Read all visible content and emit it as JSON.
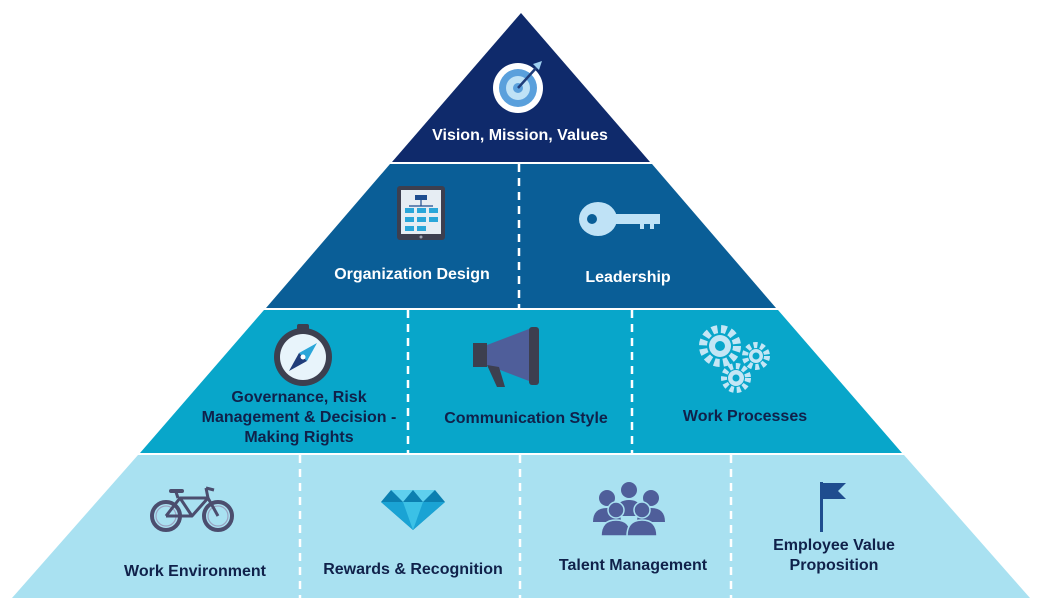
{
  "tiers": [
    {
      "cells": [
        {
          "label": "Vision, Mission, Values",
          "icon": "target-icon"
        }
      ]
    },
    {
      "cells": [
        {
          "label": "Organization Design",
          "icon": "org-chart-tablet-icon"
        },
        {
          "label": "Leadership",
          "icon": "key-icon"
        }
      ]
    },
    {
      "cells": [
        {
          "label": "Governance, Risk\nManagement & Decision -\nMaking Rights",
          "icon": "compass-icon"
        },
        {
          "label": "Communication Style",
          "icon": "megaphone-icon"
        },
        {
          "label": "Work Processes",
          "icon": "gears-icon"
        }
      ]
    },
    {
      "cells": [
        {
          "label": "Work Environment",
          "icon": "bicycle-icon"
        },
        {
          "label": "Rewards & Recognition",
          "icon": "diamond-icon"
        },
        {
          "label": "Talent Management",
          "icon": "people-group-icon"
        },
        {
          "label": "Employee Value\nProposition",
          "icon": "flag-icon"
        }
      ]
    }
  ],
  "colors": {
    "tier1": "#0f2a6b",
    "tier2": "#0a5e97",
    "tier3": "#08a6ca",
    "tier4": "#a9e1f1",
    "text_light": "#ffffff",
    "text_dark": "#10214a",
    "icon_dark": "#4b4d6e",
    "icon_light": "#bfe6f4"
  }
}
